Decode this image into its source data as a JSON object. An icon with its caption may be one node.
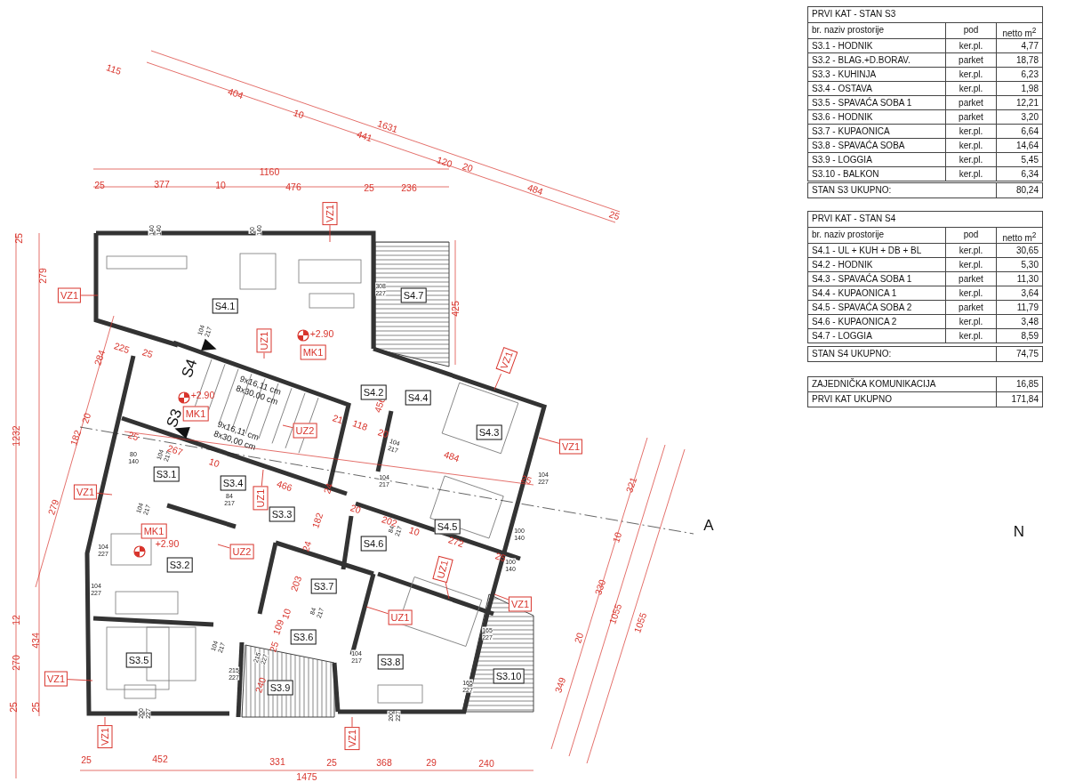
{
  "diagram": {
    "nodes": [
      {
        "text": [
          "VZ1"
        ]
      },
      {
        "text": [
          "S4.1"
        ]
      },
      {
        "text": [
          "VZ1"
        ]
      },
      {
        "text": [
          "S4.7"
        ]
      },
      {
        "text": [
          "UZ1"
        ]
      },
      {
        "text": [
          "MK1"
        ]
      },
      {
        "text": [
          "VZ1"
        ]
      },
      {
        "text": [
          "S4.2"
        ]
      },
      {
        "text": [
          "S4.4"
        ]
      },
      {
        "text": [
          "MK1"
        ]
      },
      {
        "text": [
          "UZ2"
        ]
      },
      {
        "text": [
          "S4.3"
        ]
      },
      {
        "text": [
          "VZ1"
        ]
      },
      {
        "text": [
          "S3.1"
        ]
      },
      {
        "text": [
          "VZ1"
        ]
      },
      {
        "text": [
          "S3.4"
        ]
      },
      {
        "text": [
          "UZ1"
        ]
      },
      {
        "text": [
          "S3.3"
        ]
      },
      {
        "text": [
          "S4.5"
        ]
      },
      {
        "text": [
          "MK1"
        ]
      },
      {
        "text": [
          "S4.6"
        ]
      },
      {
        "text": [
          "UZ2"
        ]
      },
      {
        "text": [
          "S3.2"
        ]
      },
      {
        "text": [
          "UZ1"
        ]
      },
      {
        "text": [
          "S3.7"
        ]
      },
      {
        "text": [
          "VZ1"
        ]
      },
      {
        "text": [
          "UZ1"
        ]
      },
      {
        "text": [
          "S3.6"
        ]
      },
      {
        "text": [
          "S3.5"
        ]
      },
      {
        "text": [
          "S3.8"
        ]
      },
      {
        "text": [
          "S3.10"
        ]
      },
      {
        "text": [
          "VZ1"
        ]
      },
      {
        "text": [
          "S3.9"
        ]
      },
      {
        "text": [
          "VZ1"
        ]
      },
      {
        "text": [
          "VZ1"
        ]
      }
    ],
    "edges": [
      {
        "from": 0,
        "to": null,
        "arrow": "none"
      },
      {
        "from": 2,
        "to": null,
        "arrow": "none"
      },
      {
        "from": 4,
        "to": null,
        "arrow": "none"
      },
      {
        "from": 6,
        "to": null,
        "arrow": "none"
      },
      {
        "from": 10,
        "to": null,
        "arrow": "none"
      },
      {
        "from": 12,
        "to": null,
        "arrow": "none"
      },
      {
        "from": 14,
        "to": null,
        "arrow": "none"
      },
      {
        "from": 16,
        "to": null,
        "arrow": "none"
      },
      {
        "from": 21,
        "to": null,
        "arrow": "none"
      },
      {
        "from": 23,
        "to": null,
        "arrow": "none"
      },
      {
        "from": 25,
        "to": null,
        "arrow": "none"
      },
      {
        "from": 26,
        "to": null,
        "arrow": "none"
      },
      {
        "from": 31,
        "to": null,
        "arrow": "none"
      },
      {
        "from": 33,
        "to": null,
        "arrow": "none"
      },
      {
        "from": 34,
        "to": null,
        "arrow": "none"
      }
    ],
    "labels": [
      "PRVI KAT - STAN S3",
      "br.  naziv prostorije",
      "pod",
      "netto m$^{2}$",
      "S3.1 - HODNIK",
      "ker.pl.",
      "4,77",
      "S3.2 - BLAG.+D.BORAV.",
      "parket",
      "18,78",
      "S3.3 - KUHINJA",
      "ker.pl.",
      "6,23",
      "S3.4 - OSTAVA",
      "ker.pl.",
      "1,98",
      "S3.5 - SPAVAĆA SOBA 1",
      "parket",
      "12,21",
      "S3.6 - HODNIK",
      "parket",
      "3,20",
      "S3.7 - KUPAONICA",
      "ker.pl.",
      "6,64",
      "S3.8 - SPAVAĆA SOBA",
      "ker.pl.",
      "14,64",
      "S3.9 - LOGGIA",
      "ker.pl.",
      "5,45",
      "S3.10 - BALKON",
      "ker.pl.",
      "6,34",
      "STAN S3  UKUPNO:",
      "80,24",
      "PRVI KAT - STAN S4",
      "br.  naziv prostorije",
      "pod",
      "netto m$^{2}$",
      "S4.1 - UL + KUH + DB + BL",
      "ker.pl.",
      "30,65",
      "S4.2 - HODNIK",
      "ker.pl.",
      "5,30",
      "S4.3 - SPAVAĆA SOBA 1",
      "parket",
      "11,30",
      "S4.4 - KUPAONICA 1",
      "ker.pl.",
      "3,64",
      "S4.5 - SPAVAĆA SOBA 2",
      "parket",
      "11,79",
      "S4.6 - KUPAONICA 2",
      "ker.pl.",
      "3,48",
      "S4.7 - LOGGIA",
      "ker.pl.",
      "8,59",
      "STAN S4  UKUPNO:",
      "74,75",
      "ZAJEDNIČKA KOMUNIKACIJA",
      "16,85",
      "PRVI KAT UKUPNO",
      "171,84",
      "115",
      "404",
      "10",
      "1631",
      "441",
      "1160",
      "120",
      "20",
      "25",
      "377",
      "10",
      "476",
      "25",
      "236",
      "484",
      "25",
      "25",
      "140",
      "140",
      "60",
      "140",
      "279",
      "308",
      "227",
      "425",
      "104",
      "217",
      "+2.90",
      "284",
      "225",
      "25",
      "S4",
      "9x16,11 cm",
      "+2.90",
      "8x30,00 cm",
      "456",
      "20",
      "S3",
      "21",
      "118",
      "1232",
      "182",
      "25",
      "9x16,11 cm",
      "20",
      "8x30,00 cm",
      "104",
      "217",
      "80",
      "140",
      "104",
      "217",
      "267",
      "484",
      "10",
      "466",
      "24",
      "104",
      "217",
      "25",
      "104",
      "227",
      "321",
      "84",
      "217",
      "279",
      "104",
      "217",
      "20",
      "182",
      "202",
      "84",
      "217",
      "10",
      "100",
      "140",
      "A",
      "N",
      "+2.90",
      "24",
      "272",
      "10",
      "104",
      "227",
      "25",
      "100",
      "140",
      "104",
      "227",
      "203",
      "330",
      "12",
      "109",
      "10",
      "84",
      "217",
      "1055",
      "1055",
      "434",
      "104",
      "217",
      "25",
      "165",
      "227",
      "20",
      "270",
      "215",
      "227",
      "104",
      "217",
      "215",
      "227",
      "240",
      "165",
      "227",
      "349",
      "25",
      "25",
      "200",
      "227",
      "200",
      "227",
      "25",
      "452",
      "331",
      "25",
      "368",
      "29",
      "240",
      "1475"
    ]
  }
}
